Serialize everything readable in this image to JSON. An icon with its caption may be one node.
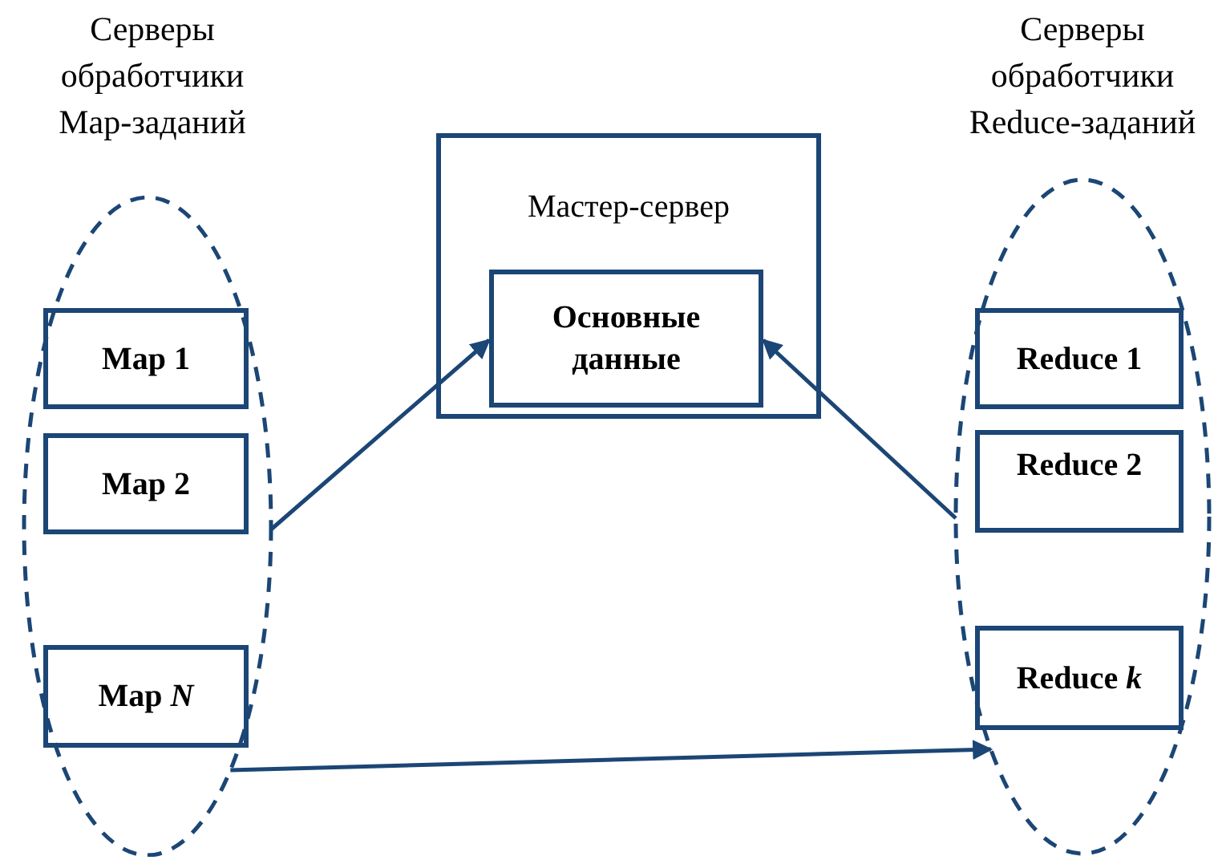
{
  "diagram": {
    "nodes": [
      {
        "text": [
          "Серверы обработчики Map-заданий"
        ]
      },
      {
        "text": [
          "Map 1"
        ],
        "in": 0
      },
      {
        "text": [
          "Map 2"
        ],
        "in": 0
      },
      {
        "text": [
          "Map *N*"
        ],
        "in": 0
      },
      {
        "text": [
          "Мастер-сервер"
        ]
      },
      {
        "text": [
          "Основные данные"
        ],
        "in": 4
      },
      {
        "text": [
          "Серверы обработчики Reduce-заданий"
        ]
      },
      {
        "text": [
          "Reduce 1"
        ],
        "in": 6
      },
      {
        "text": [
          "Reduce 2"
        ],
        "in": 6
      },
      {
        "text": [
          "Reduce *k*"
        ],
        "in": 6
      }
    ],
    "edges": [
      {
        "from": 0,
        "to": 5,
        "arrow": "to"
      },
      {
        "from": 6,
        "to": 5,
        "arrow": "to"
      },
      {
        "from": 0,
        "to": 6,
        "arrow": "to"
      }
    ]
  }
}
